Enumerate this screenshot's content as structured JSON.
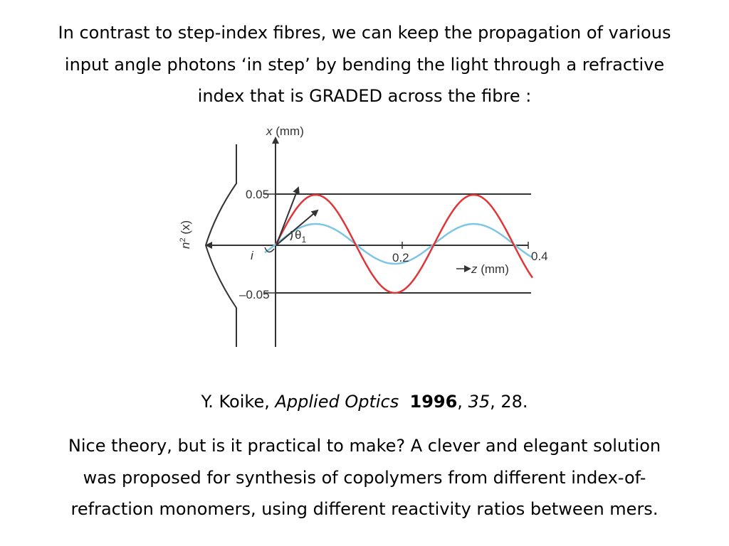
{
  "intro": {
    "line1": "In contrast to step-index fibres, we can keep the propagation of various",
    "line2": "input angle photons ‘in step’ by bending the light through a refractive",
    "line3": "index that is GRADED across the fibre :"
  },
  "diagram": {
    "x_axis_label_var": "x",
    "x_axis_label_unit": " (mm)",
    "z_axis_label_var": "z",
    "z_axis_label_unit": " (mm)",
    "n2_label_base": "n",
    "n2_label_exp": "2",
    "n2_label_arg": " (x)",
    "tick_pos": "0.05",
    "tick_neg": "–0.05",
    "tick_z1": "0.2",
    "tick_z2": "0.4",
    "angle_label": "θ",
    "angle_sub": "1",
    "incidence_label": "i",
    "colors": {
      "red_ray": "#e0363a",
      "blue_ray": "#7ec6e4",
      "axes": "#333333"
    }
  },
  "citation": {
    "author": "Y. Koike, ",
    "journal": "Applied Optics",
    "year": "1996",
    "sep1": ", ",
    "volume": "35",
    "sep2": ", 28."
  },
  "outro": {
    "line1": "Nice theory, but is it practical to make?   A clever and elegant solution",
    "line2": "was proposed for synthesis of copolymers from different index-of-",
    "line3": "refraction monomers, using different reactivity ratios between mers."
  }
}
